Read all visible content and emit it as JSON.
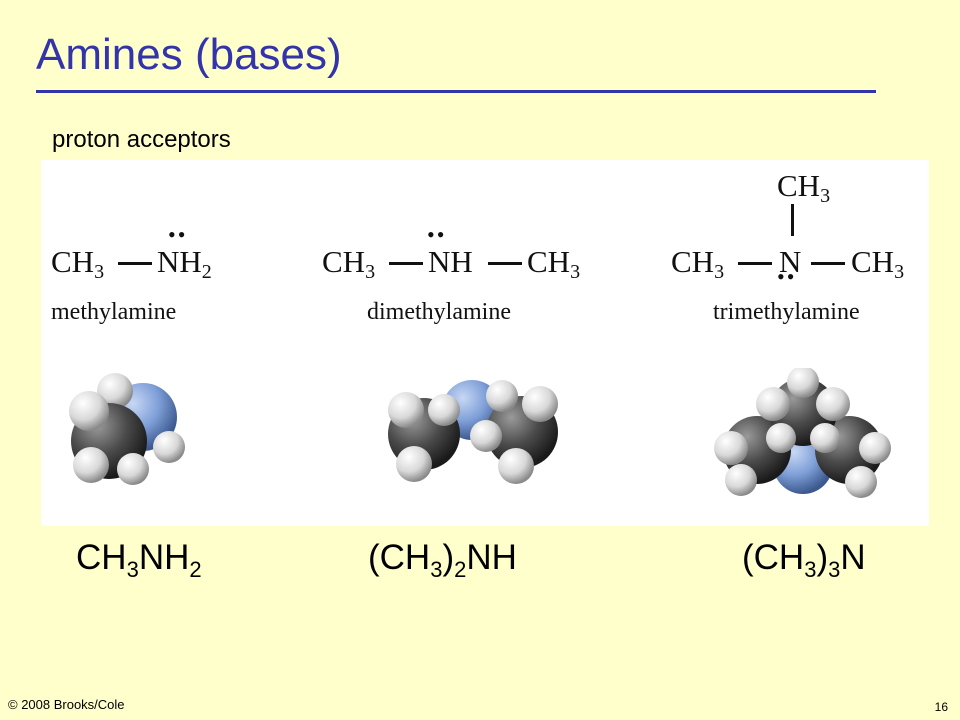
{
  "slide": {
    "title": "Amines (bases)",
    "subtitle": "proton acceptors",
    "copyright": "© 2008 Brooks/Cole",
    "page_number": "16"
  },
  "molecules": [
    {
      "name": "methylamine",
      "struct_left_a": "CH",
      "struct_left_b": "3",
      "struct_center_a": "NH",
      "struct_center_b": "2",
      "lone_pair": "••",
      "formula": {
        "p1": "CH",
        "s1": "3",
        "p2": "NH",
        "s2": "2"
      }
    },
    {
      "name": "dimethylamine",
      "struct_left_a": "CH",
      "struct_left_b": "3",
      "struct_center_a": "NH",
      "struct_right_a": "CH",
      "struct_right_b": "3",
      "lone_pair": "••",
      "formula": {
        "p1": "(CH",
        "s1": "3",
        "p2": ")",
        "s2": "2",
        "p3": "NH"
      }
    },
    {
      "name": "trimethylamine",
      "struct_top_a": "CH",
      "struct_top_b": "3",
      "struct_left_a": "CH",
      "struct_left_b": "3",
      "struct_center_a": "N",
      "struct_right_a": "CH",
      "struct_right_b": "3",
      "lone_pair": "••",
      "formula": {
        "p1": "(CH",
        "s1": "3",
        "p2": ")",
        "s2": "3",
        "p3": "N"
      }
    }
  ],
  "colors": {
    "title": "#3333aa",
    "background": "#ffffcc",
    "carbon": "#4a4a4a",
    "nitrogen": "#7f9fd8",
    "hydrogen": "#e6e6e6"
  }
}
